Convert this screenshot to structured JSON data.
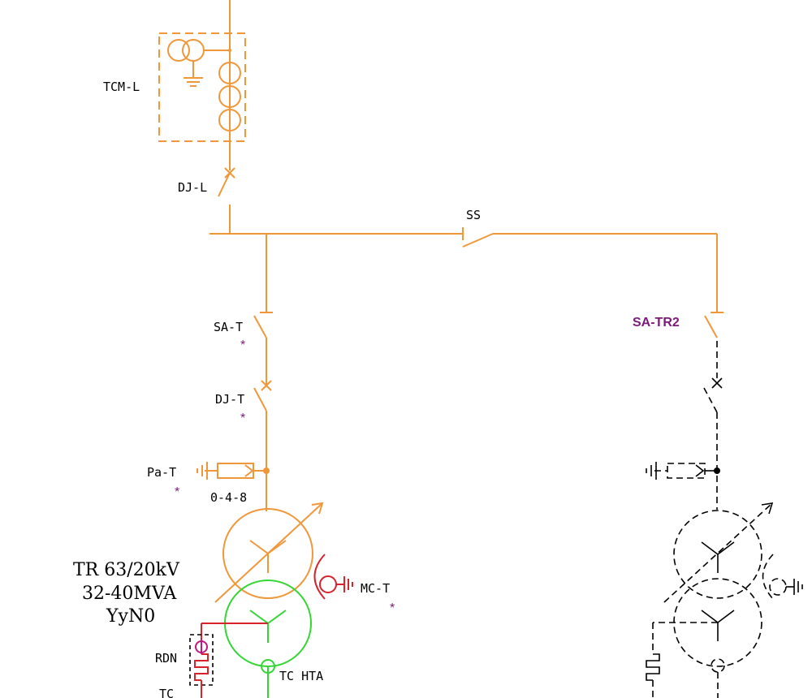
{
  "labels": {
    "tcm_l": "TCM-L",
    "dj_l": "DJ-L",
    "ss": "SS",
    "sa_t": "SA-T",
    "sa_tr2": "SA-TR2",
    "dj_t": "DJ-T",
    "pa_t": "Pa-T",
    "tap_range": "0-4-8",
    "tr_line1": "TR 63/20kV",
    "tr_line2": "32-40MVA",
    "tr_line3": "YyN0",
    "mc_t": "MC-T",
    "rdn": "RDN",
    "tc_hta": "TC HTA",
    "tc": "TC",
    "star": "*"
  },
  "colors": {
    "hv_line": "#f0973a",
    "lv_winding": "#33d633",
    "neutral": "#d8232a",
    "tag_purple": "#7a1a7a",
    "future": "#000000"
  }
}
